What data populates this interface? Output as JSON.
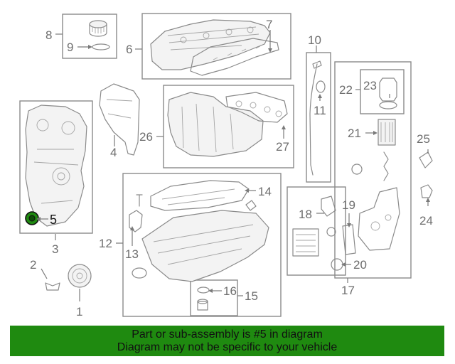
{
  "callouts": {
    "c1": "1",
    "c2": "2",
    "c3": "3",
    "c4": "4",
    "c5": "5",
    "c6": "6",
    "c7": "7",
    "c8": "8",
    "c9": "9",
    "c10": "10",
    "c11": "11",
    "c12": "12",
    "c13": "13",
    "c14": "14",
    "c15": "15",
    "c16": "16",
    "c17": "17",
    "c18": "18",
    "c19": "19",
    "c20": "20",
    "c21": "21",
    "c22": "22",
    "c23": "23",
    "c24": "24",
    "c25": "25",
    "c26": "26",
    "c27": "27"
  },
  "highlighted_part": "5",
  "banner": {
    "line1": "Part or sub-assembly is #5 in diagram",
    "line2": "Diagram may not be specific to your vehicle"
  },
  "colors": {
    "banner_bg": "#1f8a10",
    "highlight_part_fill": "#1f8a10",
    "line_art": "#8a8a8a"
  }
}
